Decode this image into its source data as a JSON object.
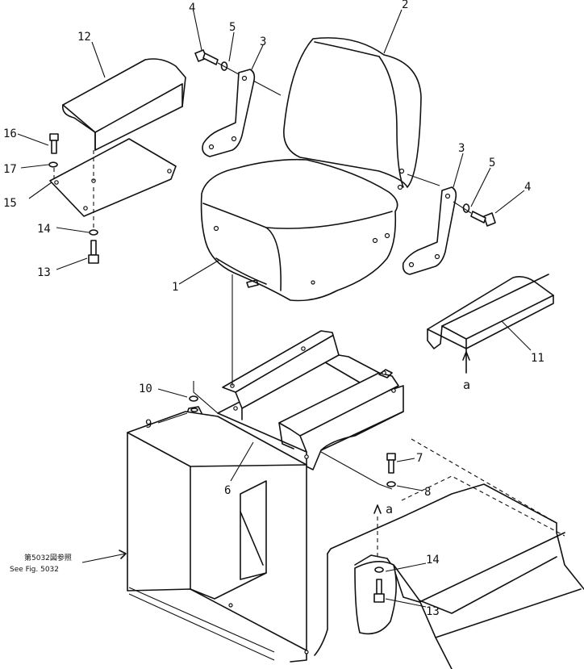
{
  "labels": {
    "p1": "1",
    "p2": "2",
    "p3a": "3",
    "p3b": "3",
    "p4a": "4",
    "p4b": "4",
    "p5a": "5",
    "p5b": "5",
    "p6": "6",
    "p7": "7",
    "p8": "8",
    "p9": "9",
    "p10": "10",
    "p11": "11",
    "p12": "12",
    "p13a": "13",
    "p13b": "13",
    "p14a": "14",
    "p14b": "14",
    "p15": "15",
    "p16": "16",
    "p17": "17",
    "a1": "a",
    "a2": "a"
  },
  "reference_note": {
    "line1": "第5032図参照",
    "line2": "See Fig. 5032"
  }
}
